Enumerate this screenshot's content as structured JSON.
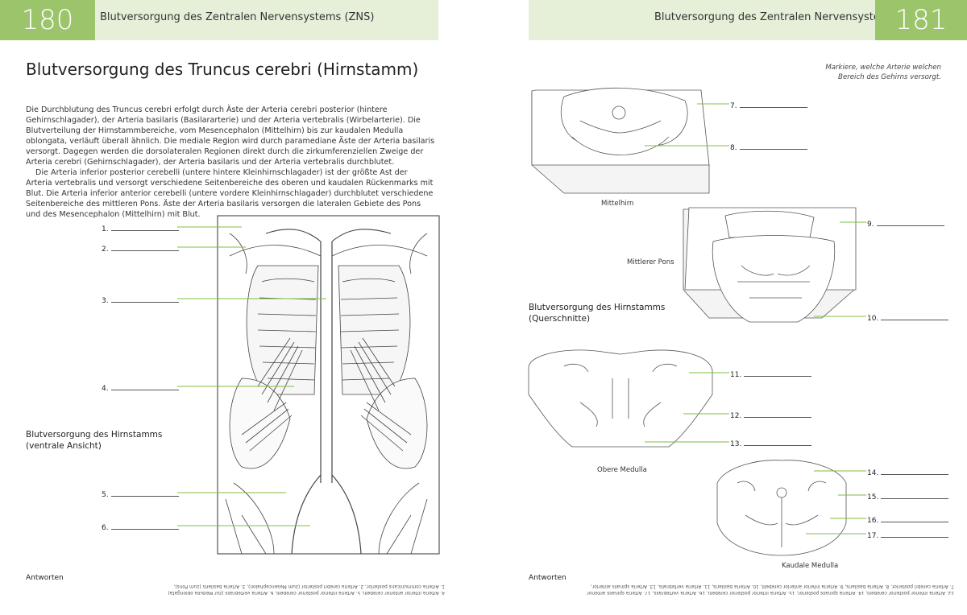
{
  "left": {
    "page_number": "180",
    "header_title": "Blutversorgung des Zentralen Nervensystems (ZNS)",
    "heading": "Blutversorgung des Truncus cerebri (Hirnstamm)",
    "paragraphs": [
      "Die Durchblutung des Truncus cerebri erfolgt durch Äste der Arteria cerebri posterior (hintere Gehirnschlagader), der Arteria basilaris (Basilararterie) und der Arteria vertebralis (Wirbelarterie). Die Blutverteilung der Hirnstammbereiche, vom Mesencephalon (Mittelhirn) bis zur kaudalen Medulla oblongata, verläuft überall ähnlich. Die mediale Region wird durch paramediane Äste der Arteria basilaris versorgt. Dagegen werden die dorsolateralen Regionen direkt durch die zirkumferenziellen Zweige der Arteria cerebri (Gehirnschlagader), der Arteria basilaris und der Arteria vertebralis durchblutet.",
      "Die Arteria inferior posterior cerebelli (untere hintere Kleinhirnschlagader) ist der größte Ast der Arteria vertebralis und versorgt verschiedene Seitenbereiche des oberen und kaudalen Rückenmarks mit Blut. Die Arteria inferior anterior cerebelli (untere vordere Kleinhirnschlagader) durchblutet verschiedene Seitenbereiche des mittleren Pons. Äste der Arteria basilaris versorgen die lateralen Gebiete des Pons und des Mesencephalon (Mittelhirn) mit Blut."
    ],
    "labels": [
      "1.",
      "2.",
      "3.",
      "4.",
      "5.",
      "6."
    ],
    "caption": [
      "Blutversorgung des Hirnstamms",
      "(ventrale Ansicht)"
    ],
    "answers_title": "Antworten",
    "answers_text": [
      "1. Arteria communicans posterior, 2. Arteria cerebri posterior (zum Mesencephalon), 3. Arteria basilaris (zum Pons),",
      "4. Arteria inferior anterior cerebelli, 5. Arteria inferior posterior cerebelli, 6. Arteria vertebralis (zur Medulla oblongata)"
    ]
  },
  "right": {
    "page_number": "181",
    "header_title": "Blutversorgung des Zentralen Nervensystems (ZNS)",
    "instruction": [
      "Markiere, welche Arterie welchen",
      "Bereich des Gehirns versorgt."
    ],
    "labels": [
      "7.",
      "8.",
      "9.",
      "10.",
      "11.",
      "12.",
      "13.",
      "14.",
      "15.",
      "16.",
      "17."
    ],
    "captions": {
      "mittelhirn": "Mittelhirn",
      "pons": "Mittlerer Pons",
      "obere": "Obere Medulla",
      "kaudale": "Kaudale Medulla",
      "section_title": [
        "Blutversorgung des Hirnstamms",
        "(Querschnitte)"
      ]
    },
    "answers_title": "Antworten",
    "answers_text": [
      "7. Arteria cerebri posterior, 8. Arteria basilaris, 9. Arteria inferior anterior cerebelli, 10. Arteria basilaris, 11. Arteria vertebralis, 13. Arteria spinalis anterior,",
      "12. Arteria inferior posterior cerebelli, 14. Arteria spinalis posterior, 15. Arteria inferior posterior cerebelli, 16. Arteria vertebralis, 17. Arteria spinalis anterior"
    ]
  },
  "colors": {
    "accent": "#9bc46b",
    "header_bg": "#e6efd8",
    "leader": "#7cbf3f"
  }
}
